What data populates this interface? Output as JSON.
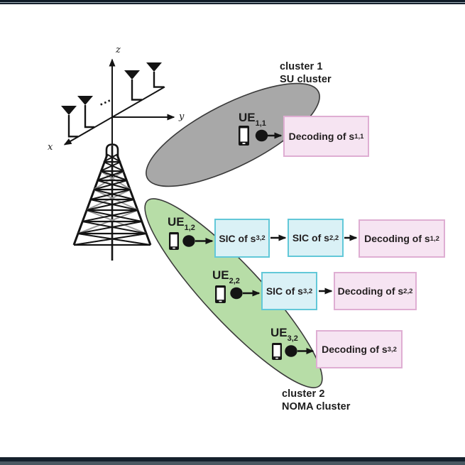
{
  "diagram": {
    "axis_labels": {
      "x": "x",
      "y": "y",
      "z": "z"
    },
    "antenna_ellipsis": "...",
    "cluster1": {
      "title_line1": "cluster 1",
      "title_line2": "SU cluster"
    },
    "cluster2": {
      "title_line1": "cluster 2",
      "title_line2": "NOMA cluster"
    },
    "ue11": {
      "label": "UE",
      "sub": "1,1"
    },
    "ue12": {
      "label": "UE",
      "sub": "1,2"
    },
    "ue22": {
      "label": "UE",
      "sub": "2,2"
    },
    "ue32": {
      "label": "UE",
      "sub": "3,2"
    },
    "boxes": {
      "decode_s11": {
        "text": "Decoding of s",
        "sub": "1,1"
      },
      "sic_row1_s32": {
        "text": "SIC of s",
        "sub": "3,2"
      },
      "sic_row1_s22": {
        "text": "SIC of s",
        "sub": "2,2"
      },
      "decode_s12": {
        "text": "Decoding of s",
        "sub": "1,2"
      },
      "sic_row2_s32": {
        "text": "SIC of s",
        "sub": "3,2"
      },
      "decode_s22": {
        "text": "Decoding of s",
        "sub": "2,2"
      },
      "decode_s32": {
        "text": "Decoding of s",
        "sub": "3,2"
      }
    },
    "colors": {
      "su_cluster_fill": "#a8a8a8",
      "noma_cluster_fill": "#b7dda7",
      "ellipse_stroke": "#3a3a3a",
      "sic_box_fill": "#daf1f6",
      "sic_box_border": "#62c8d8",
      "decode_box_fill": "#f6e4f2",
      "decode_box_border": "#dfaed3",
      "ink": "#1c1c1c",
      "frame_bar": "#15212d"
    }
  }
}
